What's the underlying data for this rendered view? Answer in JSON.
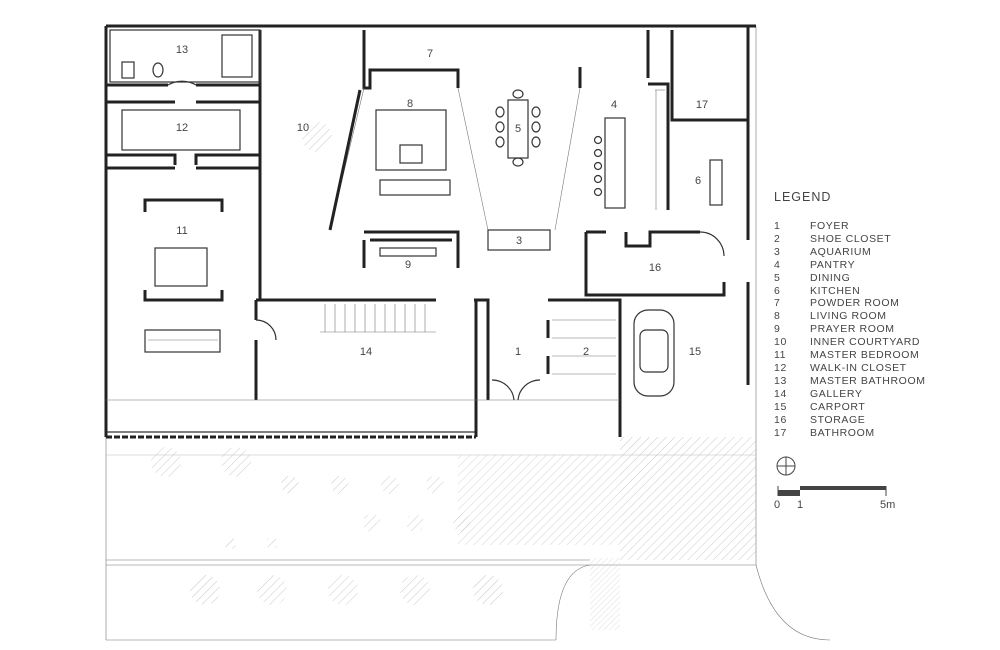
{
  "rooms": [
    {
      "id": "1",
      "name": "FOYER"
    },
    {
      "id": "2",
      "name": "SHOE CLOSET"
    },
    {
      "id": "3",
      "name": "AQUARIUM"
    },
    {
      "id": "4",
      "name": "PANTRY"
    },
    {
      "id": "5",
      "name": "DINING"
    },
    {
      "id": "6",
      "name": "KITCHEN"
    },
    {
      "id": "7",
      "name": "POWDER ROOM"
    },
    {
      "id": "8",
      "name": "LIVING ROOM"
    },
    {
      "id": "9",
      "name": "PRAYER ROOM"
    },
    {
      "id": "10",
      "name": "INNER COURTYARD"
    },
    {
      "id": "11",
      "name": "MASTER BEDROOM"
    },
    {
      "id": "12",
      "name": "WALK-IN CLOSET"
    },
    {
      "id": "13",
      "name": "MASTER BATHROOM"
    },
    {
      "id": "14",
      "name": "GALLERY"
    },
    {
      "id": "15",
      "name": "CARPORT"
    },
    {
      "id": "16",
      "name": "STORAGE"
    },
    {
      "id": "17",
      "name": "BATHROOM"
    }
  ],
  "legend": {
    "title": "LEGEND",
    "items": [
      {
        "num": "1",
        "label": "FOYER"
      },
      {
        "num": "2",
        "label": "SHOE CLOSET"
      },
      {
        "num": "3",
        "label": "AQUARIUM"
      },
      {
        "num": "4",
        "label": "PANTRY"
      },
      {
        "num": "5",
        "label": "DINING"
      },
      {
        "num": "6",
        "label": "KITCHEN"
      },
      {
        "num": "7",
        "label": "POWDER ROOM"
      },
      {
        "num": "8",
        "label": "LIVING ROOM"
      },
      {
        "num": "9",
        "label": "PRAYER ROOM"
      },
      {
        "num": "10",
        "label": "INNER COURTYARD"
      },
      {
        "num": "11",
        "label": "MASTER BEDROOM"
      },
      {
        "num": "12",
        "label": "WALK-IN CLOSET"
      },
      {
        "num": "13",
        "label": "MASTER BATHROOM"
      },
      {
        "num": "14",
        "label": "GALLERY"
      },
      {
        "num": "15",
        "label": "CARPORT"
      },
      {
        "num": "16",
        "label": "STORAGE"
      },
      {
        "num": "17",
        "label": "BATHROOM"
      }
    ]
  },
  "scale": {
    "zero": "0",
    "one": "1",
    "five": "5m"
  },
  "colors": {
    "wall": "#222222",
    "line": "#777777",
    "hatch": "#bbbbbb",
    "text": "#444444"
  },
  "icons": {
    "north_arrow": "north-arrow-icon",
    "scale_bar": "scale-bar-icon"
  }
}
